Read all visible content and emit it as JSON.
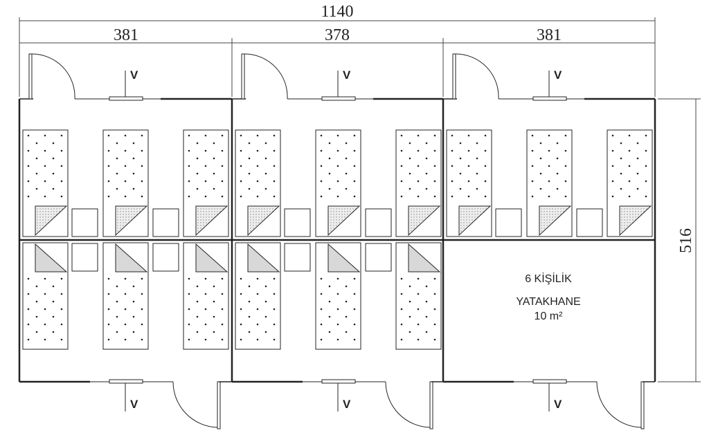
{
  "dimensions": {
    "total_width": "1140",
    "module_widths": [
      "381",
      "378",
      "381"
    ],
    "depth": "516"
  },
  "vent_label": "V",
  "room_label": {
    "line1": "6 KİŞİLİK",
    "line2": "YATAKHANE",
    "line3": "10 m²"
  },
  "modules": [
    {
      "top_beds": 3,
      "bottom_beds": 3
    },
    {
      "top_beds": 3,
      "bottom_beds": 3
    },
    {
      "top_beds": 3,
      "bottom_beds": 0
    }
  ],
  "colors": {
    "line": "#222222",
    "pillow_fill": "#d8d8d8"
  }
}
